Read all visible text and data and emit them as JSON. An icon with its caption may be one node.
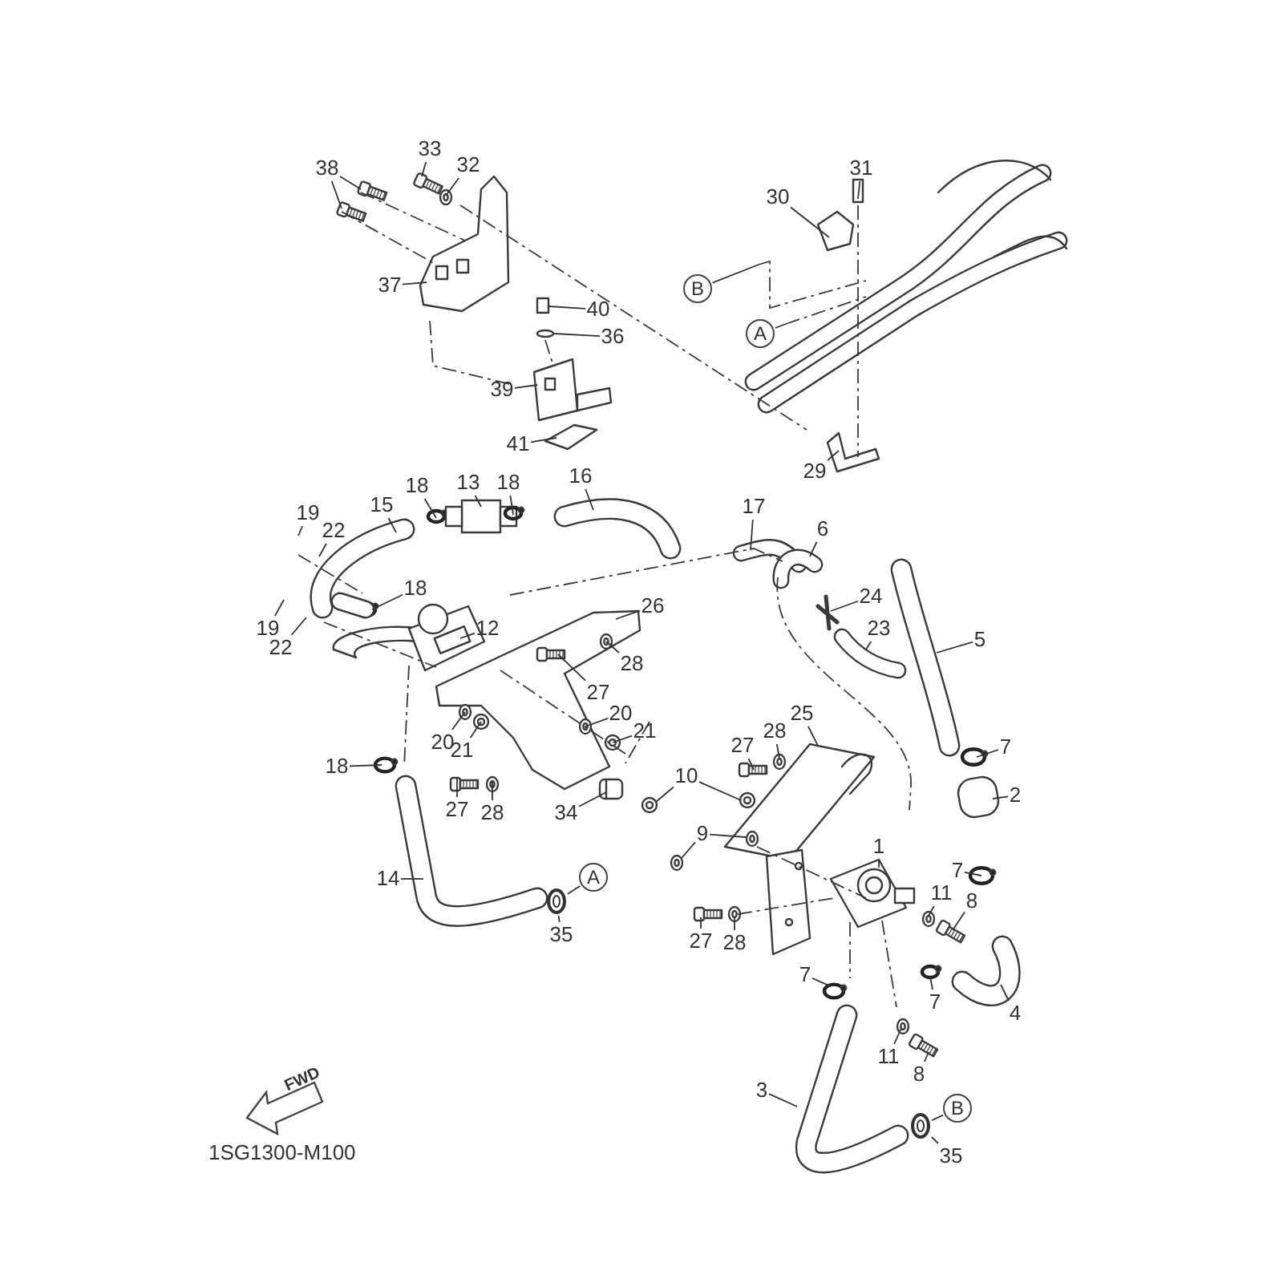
{
  "diagram": {
    "nodes": [
      {
        "text": [
          "33"
        ]
      },
      {
        "text": [
          "32"
        ]
      },
      {
        "text": [
          "38"
        ]
      },
      {
        "text": [
          "31"
        ]
      },
      {
        "text": [
          "30"
        ]
      },
      {
        "text": [
          "37"
        ]
      },
      {
        "text": [
          "B"
        ]
      },
      {
        "text": [
          "40"
        ]
      },
      {
        "text": [
          "A"
        ]
      },
      {
        "text": [
          "36"
        ]
      },
      {
        "text": [
          "39"
        ]
      },
      {
        "text": [
          "41"
        ]
      },
      {
        "text": [
          "29"
        ]
      },
      {
        "text": [
          "16"
        ]
      },
      {
        "text": [
          "18"
        ]
      },
      {
        "text": [
          "13"
        ]
      },
      {
        "text": [
          "18"
        ]
      },
      {
        "text": [
          "15"
        ]
      },
      {
        "text": [
          "17"
        ]
      },
      {
        "text": [
          "19"
        ]
      },
      {
        "text": [
          "6"
        ]
      },
      {
        "text": [
          "22"
        ]
      },
      {
        "text": [
          "18"
        ]
      },
      {
        "text": [
          "24"
        ]
      },
      {
        "text": [
          "26"
        ]
      },
      {
        "text": [
          "19"
        ]
      },
      {
        "text": [
          "12"
        ]
      },
      {
        "text": [
          "23"
        ]
      },
      {
        "text": [
          "5"
        ]
      },
      {
        "text": [
          "22"
        ]
      },
      {
        "text": [
          "28"
        ]
      },
      {
        "text": [
          "27"
        ]
      },
      {
        "text": [
          "25"
        ]
      },
      {
        "text": [
          "20"
        ]
      },
      {
        "text": [
          "21"
        ]
      },
      {
        "text": [
          "28"
        ]
      },
      {
        "text": [
          "20"
        ]
      },
      {
        "text": [
          "27"
        ]
      },
      {
        "text": [
          "7"
        ]
      },
      {
        "text": [
          "21"
        ]
      },
      {
        "text": [
          "18"
        ]
      },
      {
        "text": [
          "10"
        ]
      },
      {
        "text": [
          "2"
        ]
      },
      {
        "text": [
          "9"
        ]
      },
      {
        "text": [
          "27"
        ]
      },
      {
        "text": [
          "28"
        ]
      },
      {
        "text": [
          "34"
        ]
      },
      {
        "text": [
          "1"
        ]
      },
      {
        "text": [
          "7"
        ]
      },
      {
        "text": [
          "14"
        ]
      },
      {
        "text": [
          "A"
        ]
      },
      {
        "text": [
          "11"
        ]
      },
      {
        "text": [
          "8"
        ]
      },
      {
        "text": [
          "35"
        ]
      },
      {
        "text": [
          "27"
        ]
      },
      {
        "text": [
          "28"
        ]
      },
      {
        "text": [
          "7"
        ]
      },
      {
        "text": [
          "7"
        ]
      },
      {
        "text": [
          "4"
        ]
      },
      {
        "text": [
          "11"
        ]
      },
      {
        "text": [
          "8"
        ]
      },
      {
        "text": [
          "3"
        ]
      },
      {
        "text": [
          "B"
        ]
      },
      {
        "text": [
          "35"
        ]
      },
      {
        "text": [],
        "shape": "picture"
      },
      {
        "text": [],
        "shape": "picture"
      }
    ],
    "edges": [
      {
        "from": 0,
        "to": null,
        "arrow": "none"
      },
      {
        "from": 1,
        "to": null,
        "arrow": "none"
      },
      {
        "from": 2,
        "to": null,
        "arrow": "none"
      },
      {
        "from": 2,
        "to": null,
        "arrow": "none"
      },
      {
        "from": 3,
        "to": null,
        "arrow": "none"
      },
      {
        "from": 4,
        "to": null,
        "arrow": "none"
      },
      {
        "from": 5,
        "to": null,
        "arrow": "none"
      },
      {
        "from": 6,
        "to": null,
        "arrow": "none"
      },
      {
        "from": 7,
        "to": null,
        "arrow": "none"
      },
      {
        "from": 8,
        "to": null,
        "arrow": "none"
      },
      {
        "from": 9,
        "to": null,
        "arrow": "none"
      },
      {
        "from": 10,
        "to": null,
        "arrow": "none"
      },
      {
        "from": 11,
        "to": null,
        "arrow": "none"
      },
      {
        "from": 12,
        "to": null,
        "arrow": "none"
      },
      {
        "from": 13,
        "to": null,
        "arrow": "none"
      },
      {
        "from": 14,
        "to": null,
        "arrow": "none"
      },
      {
        "from": 15,
        "to": null,
        "arrow": "none"
      },
      {
        "from": 16,
        "to": null,
        "arrow": "none"
      },
      {
        "from": 17,
        "to": null,
        "arrow": "none"
      },
      {
        "from": 18,
        "to": null,
        "arrow": "none"
      },
      {
        "from": 19,
        "to": null,
        "arrow": "none"
      },
      {
        "from": 20,
        "to": null,
        "arrow": "none"
      },
      {
        "from": 21,
        "to": null,
        "arrow": "none"
      },
      {
        "from": 22,
        "to": null,
        "arrow": "none"
      },
      {
        "from": 23,
        "to": null,
        "arrow": "none"
      },
      {
        "from": 24,
        "to": null,
        "arrow": "none"
      },
      {
        "from": 25,
        "to": null,
        "arrow": "none"
      },
      {
        "from": 26,
        "to": null,
        "arrow": "none"
      },
      {
        "from": 27,
        "to": null,
        "arrow": "none"
      },
      {
        "from": 28,
        "to": null,
        "arrow": "none"
      },
      {
        "from": 29,
        "to": null,
        "arrow": "none"
      },
      {
        "from": 30,
        "to": null,
        "arrow": "none"
      },
      {
        "from": 31,
        "to": null,
        "arrow": "none"
      },
      {
        "from": 32,
        "to": null,
        "arrow": "none"
      },
      {
        "from": 33,
        "to": null,
        "arrow": "none"
      },
      {
        "from": 34,
        "to": null,
        "arrow": "none"
      },
      {
        "from": 35,
        "to": null,
        "arrow": "none"
      },
      {
        "from": 36,
        "to": null,
        "arrow": "none"
      },
      {
        "from": 37,
        "to": null,
        "arrow": "none"
      },
      {
        "from": 38,
        "to": null,
        "arrow": "none"
      },
      {
        "from": 39,
        "to": null,
        "arrow": "none"
      },
      {
        "from": 40,
        "to": null,
        "arrow": "none"
      },
      {
        "from": 41,
        "to": null,
        "arrow": "none"
      },
      {
        "from": 41,
        "to": null,
        "arrow": "none"
      },
      {
        "from": 42,
        "to": null,
        "arrow": "none"
      },
      {
        "from": 43,
        "to": null,
        "arrow": "none"
      },
      {
        "from": 43,
        "to": null,
        "arrow": "none"
      },
      {
        "from": 44,
        "to": null,
        "arrow": "none"
      },
      {
        "from": 45,
        "to": null,
        "arrow": "none"
      },
      {
        "from": 46,
        "to": null,
        "arrow": "none"
      },
      {
        "from": 47,
        "to": null,
        "arrow": "none"
      },
      {
        "from": 48,
        "to": null,
        "arrow": "none"
      },
      {
        "from": 49,
        "to": null,
        "arrow": "none"
      },
      {
        "from": 50,
        "to": 64,
        "arrow": "none"
      },
      {
        "from": 51,
        "to": null,
        "arrow": "none"
      },
      {
        "from": 52,
        "to": null,
        "arrow": "none"
      },
      {
        "from": 53,
        "to": 64,
        "arrow": "none"
      },
      {
        "from": 54,
        "to": null,
        "arrow": "none"
      },
      {
        "from": 55,
        "to": null,
        "arrow": "none"
      },
      {
        "from": 56,
        "to": null,
        "arrow": "none"
      },
      {
        "from": 57,
        "to": null,
        "arrow": "none"
      },
      {
        "from": 58,
        "to": null,
        "arrow": "none"
      },
      {
        "from": 59,
        "to": null,
        "arrow": "none"
      },
      {
        "from": 60,
        "to": null,
        "arrow": "none"
      },
      {
        "from": 61,
        "to": null,
        "arrow": "none"
      },
      {
        "from": 62,
        "to": 65,
        "arrow": "none"
      },
      {
        "from": 63,
        "to": 65,
        "arrow": "none"
      }
    ],
    "labels": [
      "FWD",
      "1SG1300-M100"
    ]
  }
}
